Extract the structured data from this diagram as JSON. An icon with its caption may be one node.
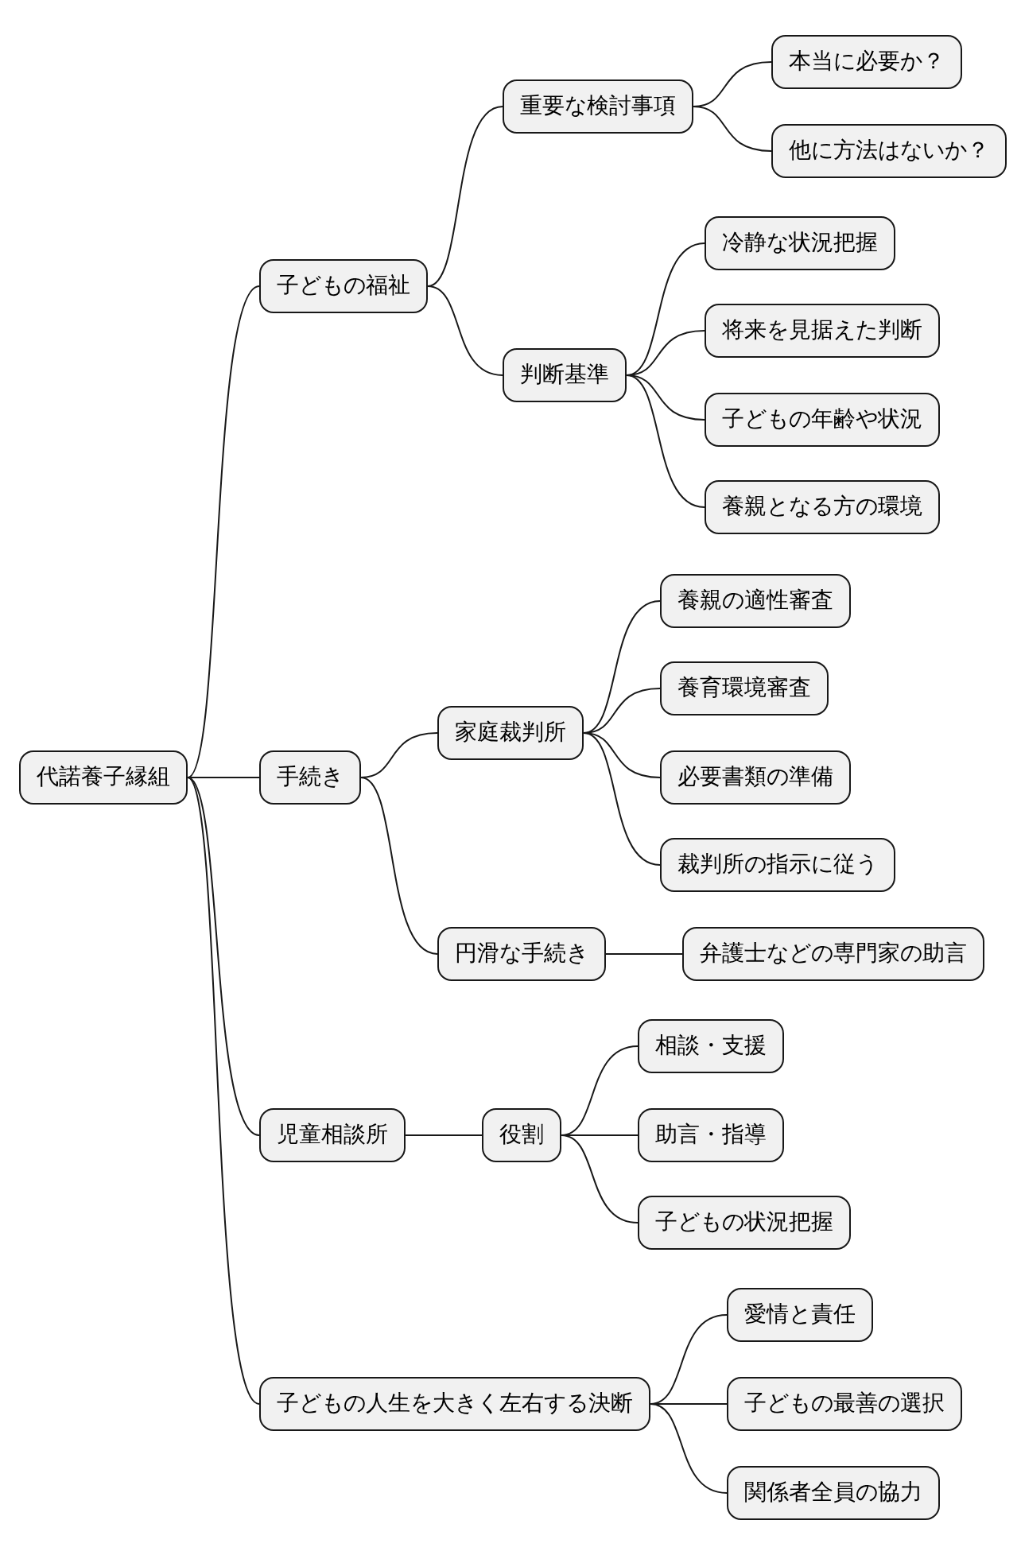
{
  "diagram": {
    "nodes": [
      {
        "text": [
          "代諾養子縁組"
        ]
      },
      {
        "text": [
          "子どもの福祉"
        ]
      },
      {
        "text": [
          "重要な検討事項"
        ]
      },
      {
        "text": [
          "本当に必要か？"
        ]
      },
      {
        "text": [
          "他に方法はないか？"
        ]
      },
      {
        "text": [
          "判断基準"
        ]
      },
      {
        "text": [
          "冷静な状況把握"
        ]
      },
      {
        "text": [
          "将来を見据えた判断"
        ]
      },
      {
        "text": [
          "子どもの年齢や状況"
        ]
      },
      {
        "text": [
          "養親となる方の環境"
        ]
      },
      {
        "text": [
          "手続き"
        ]
      },
      {
        "text": [
          "家庭裁判所"
        ]
      },
      {
        "text": [
          "養親の適性審査"
        ]
      },
      {
        "text": [
          "養育環境審査"
        ]
      },
      {
        "text": [
          "必要書類の準備"
        ]
      },
      {
        "text": [
          "裁判所の指示に従う"
        ]
      },
      {
        "text": [
          "円滑な手続き"
        ]
      },
      {
        "text": [
          "弁護士などの専門家の助言"
        ]
      },
      {
        "text": [
          "児童相談所"
        ]
      },
      {
        "text": [
          "役割"
        ]
      },
      {
        "text": [
          "相談・支援"
        ]
      },
      {
        "text": [
          "助言・指導"
        ]
      },
      {
        "text": [
          "子どもの状況把握"
        ]
      },
      {
        "text": [
          "子どもの人生を大きく左右する決断"
        ]
      },
      {
        "text": [
          "愛情と責任"
        ]
      },
      {
        "text": [
          "子どもの最善の選択"
        ]
      },
      {
        "text": [
          "関係者全員の協力"
        ]
      }
    ],
    "edges": [
      {
        "from": 0,
        "to": 1,
        "arrow": "none"
      },
      {
        "from": 1,
        "to": 2,
        "arrow": "none"
      },
      {
        "from": 2,
        "to": 3,
        "arrow": "none"
      },
      {
        "from": 2,
        "to": 4,
        "arrow": "none"
      },
      {
        "from": 1,
        "to": 5,
        "arrow": "none"
      },
      {
        "from": 5,
        "to": 6,
        "arrow": "none"
      },
      {
        "from": 5,
        "to": 7,
        "arrow": "none"
      },
      {
        "from": 5,
        "to": 8,
        "arrow": "none"
      },
      {
        "from": 5,
        "to": 9,
        "arrow": "none"
      },
      {
        "from": 0,
        "to": 10,
        "arrow": "none"
      },
      {
        "from": 10,
        "to": 11,
        "arrow": "none"
      },
      {
        "from": 11,
        "to": 12,
        "arrow": "none"
      },
      {
        "from": 11,
        "to": 13,
        "arrow": "none"
      },
      {
        "from": 11,
        "to": 14,
        "arrow": "none"
      },
      {
        "from": 11,
        "to": 15,
        "arrow": "none"
      },
      {
        "from": 10,
        "to": 16,
        "arrow": "none"
      },
      {
        "from": 16,
        "to": 17,
        "arrow": "none"
      },
      {
        "from": 0,
        "to": 18,
        "arrow": "none"
      },
      {
        "from": 18,
        "to": 19,
        "arrow": "none"
      },
      {
        "from": 19,
        "to": 20,
        "arrow": "none"
      },
      {
        "from": 19,
        "to": 21,
        "arrow": "none"
      },
      {
        "from": 19,
        "to": 22,
        "arrow": "none"
      },
      {
        "from": 0,
        "to": 23,
        "arrow": "none"
      },
      {
        "from": 23,
        "to": 24,
        "arrow": "none"
      },
      {
        "from": 23,
        "to": 25,
        "arrow": "none"
      },
      {
        "from": 23,
        "to": 26,
        "arrow": "none"
      }
    ]
  }
}
